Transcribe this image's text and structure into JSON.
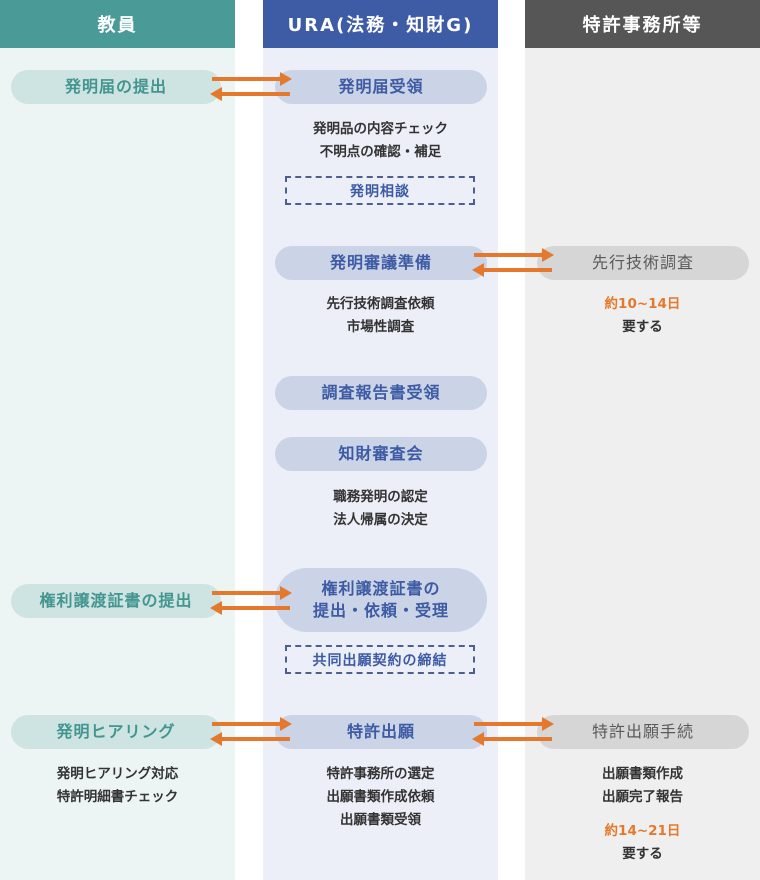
{
  "columns": {
    "faculty": {
      "title": "教員"
    },
    "ura": {
      "title": "URA(法務・知財G)"
    },
    "office": {
      "title": "特許事務所等"
    }
  },
  "faculty": {
    "step1": "発明届の提出",
    "step2": "権利譲渡証書の提出",
    "step3": "発明ヒアリング",
    "step3_notes": [
      "発明ヒアリング対応",
      "特許明細書チェック"
    ]
  },
  "ura": {
    "step1": "発明届受領",
    "step1_notes": [
      "発明品の内容チェック",
      "不明点の確認・補足"
    ],
    "step1_dashed": "発明相談",
    "step2": "発明審議準備",
    "step2_notes": [
      "先行技術調査依頼",
      "市場性調査"
    ],
    "step3": "調査報告書受領",
    "step4": "知財審査会",
    "step4_notes": [
      "職務発明の認定",
      "法人帰属の決定"
    ],
    "step5_line1": "権利譲渡証書の",
    "step5_line2": "提出・依頼・受理",
    "step5_dashed": "共同出願契約の締結",
    "step6": "特許出願",
    "step6_notes": [
      "特許事務所の選定",
      "出願書類作成依頼",
      "出願書類受領"
    ]
  },
  "office": {
    "step1": "先行技術調査",
    "step1_duration": "約10~14日",
    "step1_suffix": "要する",
    "step2": "特許出願手続",
    "step2_notes": [
      "出願書類作成",
      "出願完了報告"
    ],
    "step2_duration": "約14~21日",
    "step2_suffix": "要する"
  },
  "colors": {
    "faculty": "#4a9a97",
    "ura": "#3e5ba6",
    "office": "#565656",
    "arrow": "#e4792d"
  },
  "icons": {
    "arrow": "bidirectional-arrow-icon"
  }
}
